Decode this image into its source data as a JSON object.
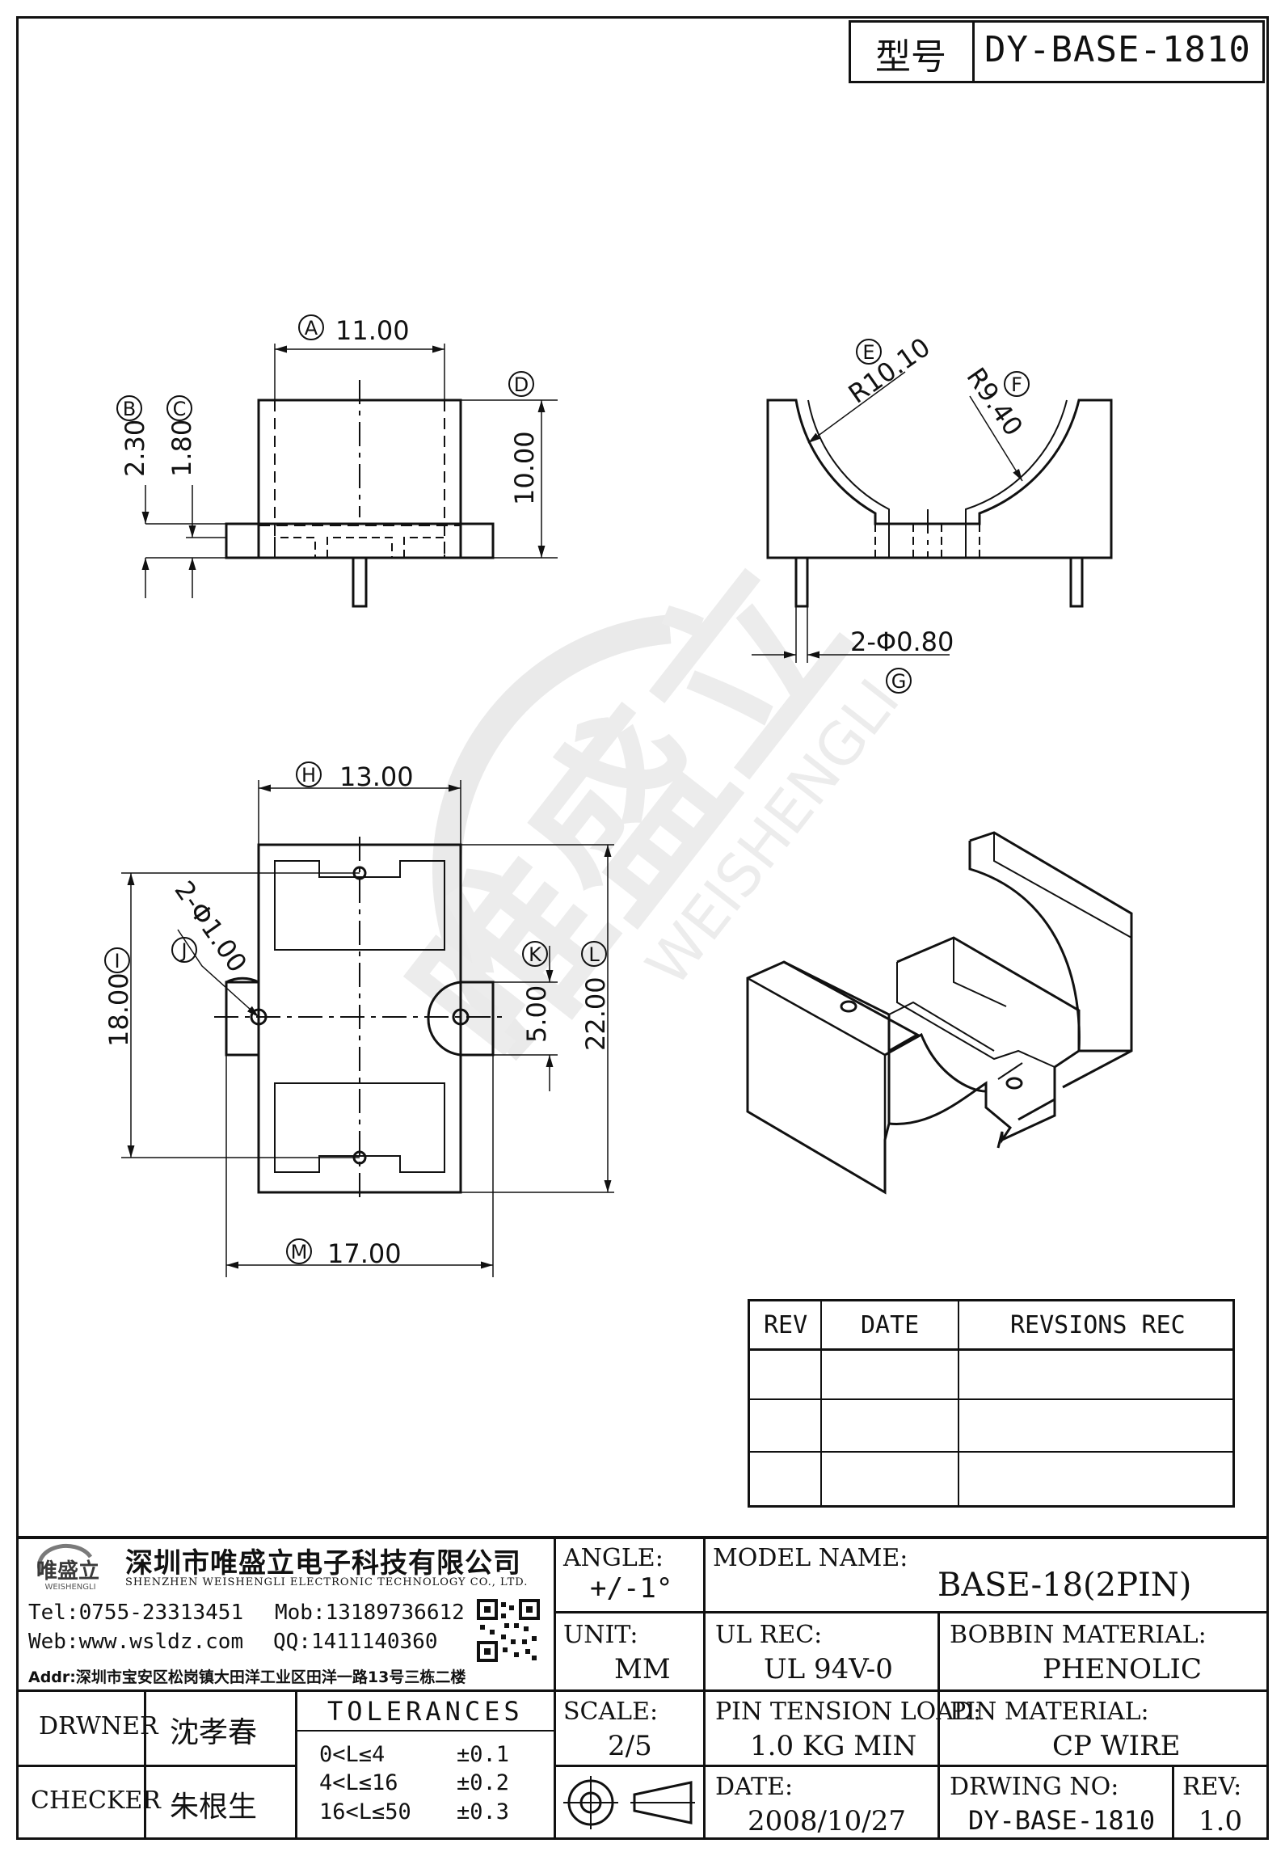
{
  "title_block": {
    "model_label": "型号",
    "model_value": "DY-BASE-1810"
  },
  "dimensions": {
    "A": {
      "letter": "A",
      "value": "11.00"
    },
    "B": {
      "letter": "B",
      "value": "2.30"
    },
    "C": {
      "letter": "C",
      "value": "1.80"
    },
    "D": {
      "letter": "D",
      "value": "10.00"
    },
    "E": {
      "letter": "E",
      "value": "R10.10"
    },
    "F": {
      "letter": "F",
      "value": "R9.40"
    },
    "G": {
      "letter": "G",
      "value": "2-Φ0.80"
    },
    "H": {
      "letter": "H",
      "value": "13.00"
    },
    "I": {
      "letter": "I",
      "value": "18.00"
    },
    "J": {
      "letter": "J",
      "value": "2-Φ1.00"
    },
    "K": {
      "letter": "K",
      "value": "5.00"
    },
    "L": {
      "letter": "L",
      "value": "22.00"
    },
    "M": {
      "letter": "M",
      "value": "17.00"
    }
  },
  "watermark": {
    "chinese": "唯盛立",
    "english": "WEISHENGLI"
  },
  "revision_table": {
    "headers": [
      "REV",
      "DATE",
      "REVSIONS REC"
    ],
    "rows": [
      [
        "",
        "",
        ""
      ],
      [
        "",
        "",
        ""
      ],
      [
        "",
        "",
        ""
      ]
    ]
  },
  "company": {
    "logo_text": "唯盛立",
    "logo_sub": "WEISHENGLI",
    "name_cn": "深圳市唯盛立电子科技有限公司",
    "name_en": "SHENZHEN WEISHENGLI ELECTRONIC TECHNOLOGY CO., LTD.",
    "tel": "Tel:0755-23313451",
    "mob": "Mob:13189736612",
    "web": "Web:www.wsldz.com",
    "qq": "QQ:1411140360",
    "addr": "Addr:深圳市宝安区松岗镇大田洋工业区田洋一路13号三栋二楼"
  },
  "people": {
    "drawer_label": "DRWNER",
    "drawer_name": "沈孝春",
    "checker_label": "CHECKER",
    "checker_name": "朱根生"
  },
  "tolerances": {
    "title": "TOLERANCES",
    "rows": [
      {
        "range": "0<L≤4",
        "tol": "±0.1"
      },
      {
        "range": "4<L≤16",
        "tol": "±0.2"
      },
      {
        "range": "16<L≤50",
        "tol": "±0.3"
      }
    ]
  },
  "fields": {
    "angle_label": "ANGLE:",
    "angle_value": "+/-1°",
    "model_name_label": "MODEL NAME:",
    "model_name_value": "BASE-18(2PIN)",
    "unit_label": "UNIT:",
    "unit_value": "MM",
    "ul_rec_label": "UL REC:",
    "ul_rec_value": "UL 94V-0",
    "bobbin_label": "BOBBIN MATERIAL:",
    "bobbin_value": "PHENOLIC",
    "scale_label": "SCALE:",
    "scale_value": "2/5",
    "pin_tension_label": "PIN TENSION LOAD:",
    "pin_tension_value": "1.0 KG MIN",
    "pin_material_label": "PIN MATERIAL:",
    "pin_material_value": "CP WIRE",
    "date_label": "DATE:",
    "date_value": "2008/10/27",
    "drawing_no_label": "DRWING NO:",
    "drawing_no_value": "DY-BASE-1810",
    "rev_label": "REV:",
    "rev_value": "1.0"
  }
}
